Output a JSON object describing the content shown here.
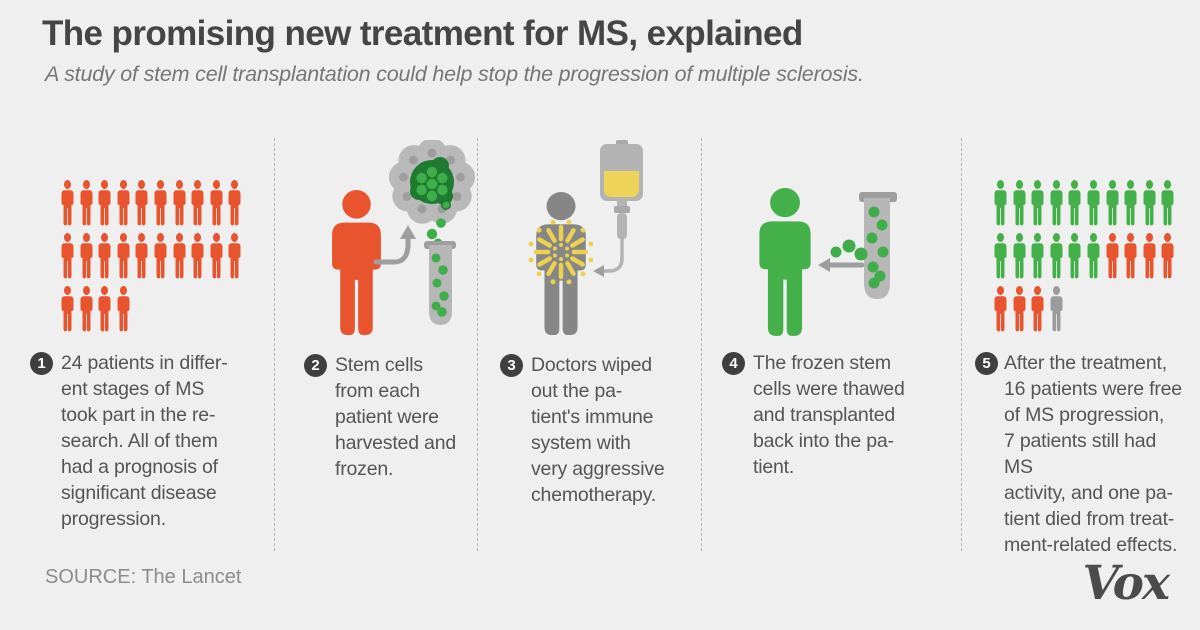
{
  "header": {
    "title": "The promising new treatment for MS, explained",
    "subtitle": "A study of stem cell transplantation could help stop the progression of multiple sclerosis."
  },
  "colors": {
    "orange": "#E7542D",
    "green": "#44B04A",
    "gray": "#9B9B9B",
    "person_gray": "#868686",
    "dark_green": "#1E7B31",
    "cell_dot_green": "#3FAE4A",
    "tube_gray": "#B7B7B7",
    "outline_gray": "#9E9E9E",
    "yellow": "#EDD24F",
    "liquid_yellow": "#EDD35A",
    "badge": "#3F3F3F",
    "background": "#EFEFEF"
  },
  "steps": [
    {
      "num": "1",
      "text": "24 patients in differ-\nent stages of MS\ntook part in the re-\nsearch. All of them\nhad a prognosis of\nsignificant disease\nprogression.",
      "pictogram_rows": [
        [
          {
            "c": "orange",
            "n": 10
          }
        ],
        [
          {
            "c": "orange",
            "n": 10
          }
        ],
        [
          {
            "c": "orange",
            "n": 4
          }
        ]
      ]
    },
    {
      "num": "2",
      "text": "Stem cells\nfrom each\npatient were\nharvested and\nfrozen."
    },
    {
      "num": "3",
      "text": "Doctors wiped\nout the pa-\ntient's immune\nsystem with\nvery aggressive\nchemotherapy."
    },
    {
      "num": "4",
      "text": "The frozen stem\ncells were thawed\nand transplanted\nback into the pa-\ntient."
    },
    {
      "num": "5",
      "text": "After the treatment,\n16 patients were free\nof MS progression,\n7 patients still had MS\nactivity, and one pa-\ntient died from treat-\nment-related effects.",
      "pictogram_rows": [
        [
          {
            "c": "green",
            "n": 10
          }
        ],
        [
          {
            "c": "green",
            "n": 6
          },
          {
            "c": "orange",
            "n": 4
          }
        ],
        [
          {
            "c": "orange",
            "n": 3
          },
          {
            "c": "gray",
            "n": 1
          }
        ]
      ]
    }
  ],
  "outcome_counts": {
    "total_patients": 24,
    "free_of_ms_progression": 16,
    "still_had_ms_activity": 7,
    "died_from_treatment": 1
  },
  "footer": {
    "source_label": "SOURCE: The Lancet",
    "logo": "Vox"
  }
}
